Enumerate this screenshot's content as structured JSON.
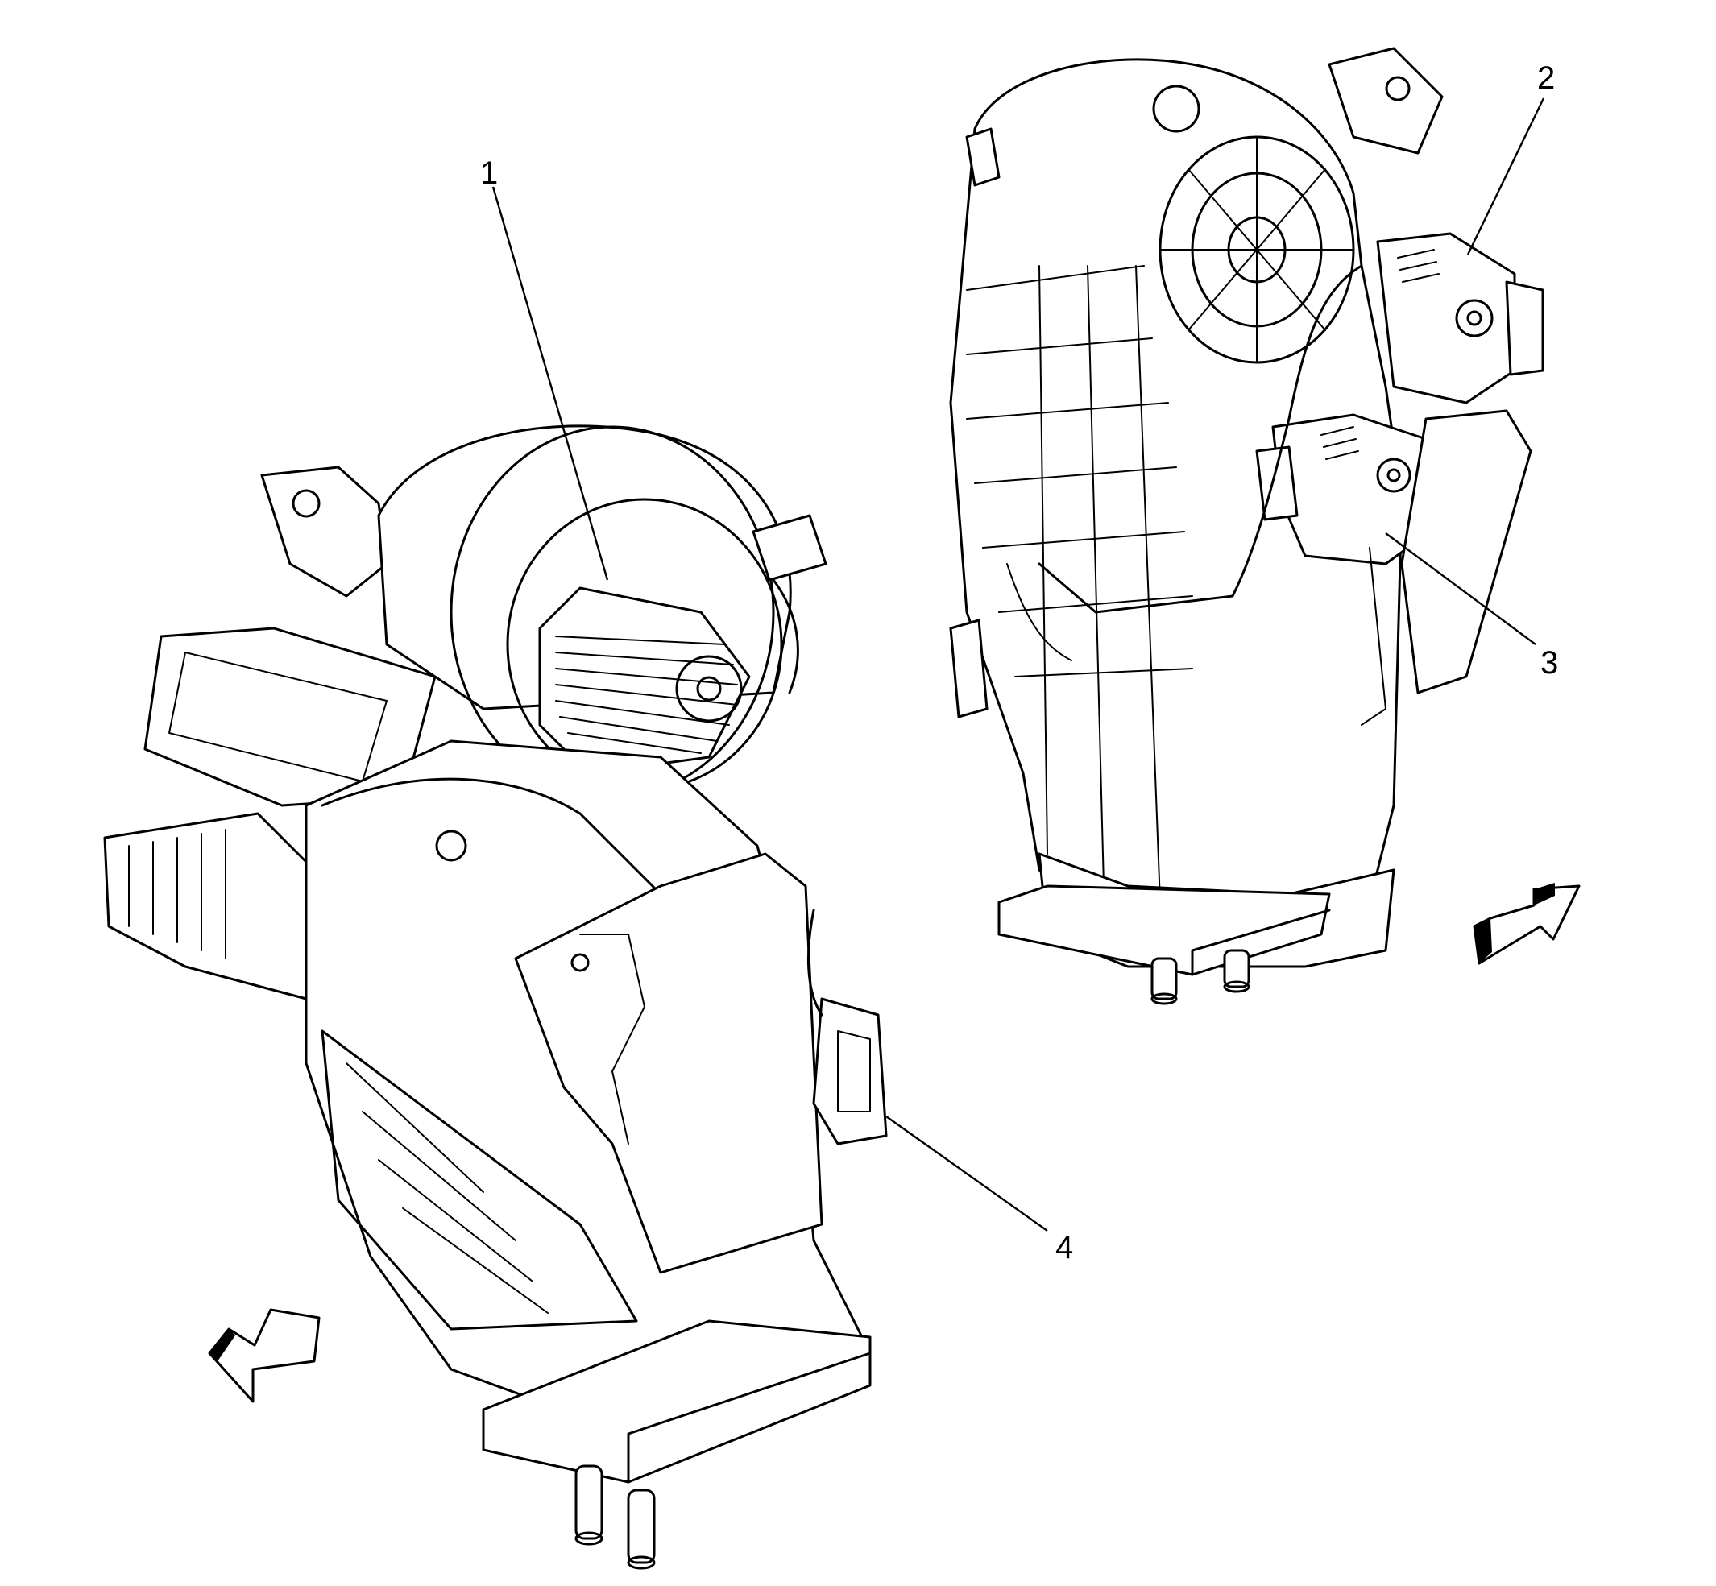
{
  "callouts": [
    {
      "id": "1",
      "label": "1"
    },
    {
      "id": "2",
      "label": "2"
    },
    {
      "id": "3",
      "label": "3"
    },
    {
      "id": "4",
      "label": "4"
    }
  ],
  "icons": {
    "front_arrow": "direction-arrow-icon",
    "rear_arrow": "direction-arrow-icon"
  },
  "colors": {
    "ink": "#000000",
    "background": "#ffffff"
  }
}
